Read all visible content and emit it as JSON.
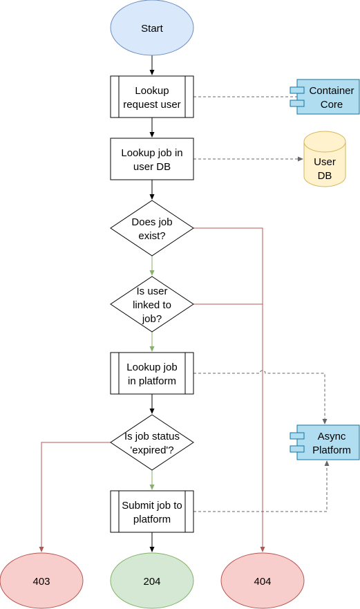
{
  "colors": {
    "flow": "#000000",
    "success_flow": "#82b366",
    "error_flow": "#b85450",
    "dependency": "#666666",
    "start_fill": "#dae8fc",
    "start_stroke": "#6c8ebf",
    "component_fill": "#b1ddf0",
    "component_stroke": "#10739e",
    "db_fill": "#fff2cc",
    "db_stroke": "#d6b656",
    "ok_fill": "#d5e8d4",
    "ok_stroke": "#82b366",
    "err_fill": "#f8cecc",
    "err_stroke": "#b85450"
  },
  "nodes": {
    "start": "Start",
    "lookup_request_user": [
      "Lookup",
      "request user"
    ],
    "lookup_job_user_db": [
      "Lookup job in",
      "user DB"
    ],
    "does_job_exist": [
      "Does job",
      "exist?"
    ],
    "is_user_linked": [
      "Is user",
      "linked to",
      "job?"
    ],
    "lookup_job_platform": [
      "Lookup job",
      "in platform"
    ],
    "is_job_expired": [
      "Is job status",
      "'expired'?"
    ],
    "submit_job": [
      "Submit job to",
      "platform"
    ],
    "result_403": "403",
    "result_204": "204",
    "result_404": "404"
  },
  "systems": {
    "container_core": [
      "Container",
      "Core"
    ],
    "user_db": [
      "User",
      "DB"
    ],
    "async_platform": [
      "Async",
      "Platform"
    ]
  }
}
